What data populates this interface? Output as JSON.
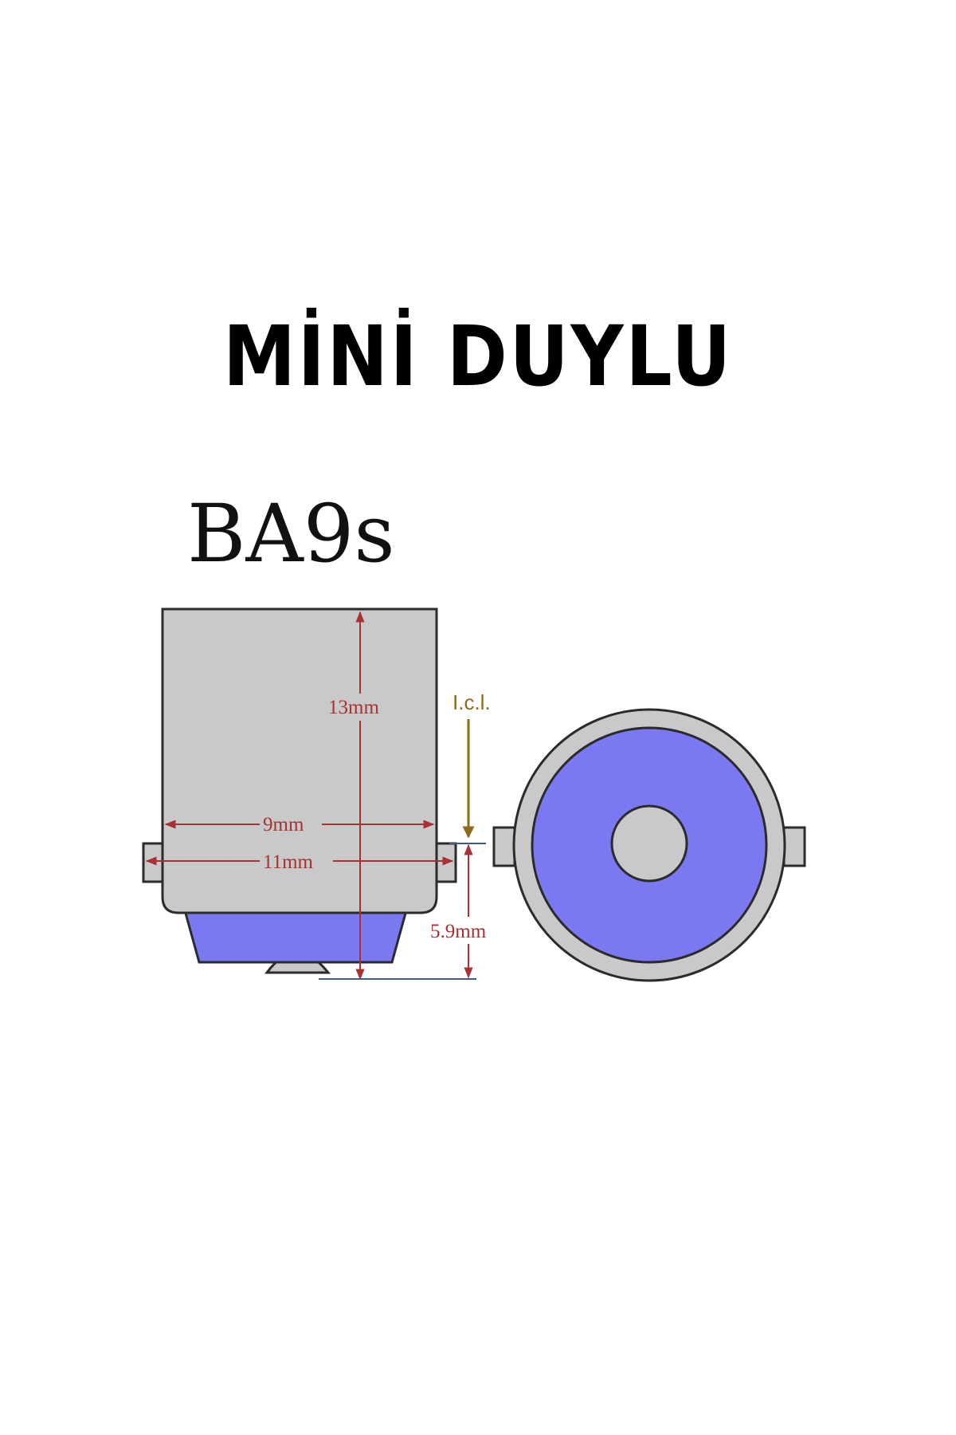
{
  "headline": "MİNİ DUYLU",
  "base_code": "BA9s",
  "dimensions": {
    "height": "13mm",
    "inner_width": "9mm",
    "outer_width": "11mm",
    "pin_offset": "5.9mm",
    "reference": "I.c.l."
  },
  "colors": {
    "shell": "#c9c9c9",
    "outline": "#2b2b2b",
    "insulator": "#7b79f2",
    "dimension_line": "#a83232",
    "reference_arrow": "#8c6a1a",
    "baseline": "#3d5a8a"
  }
}
